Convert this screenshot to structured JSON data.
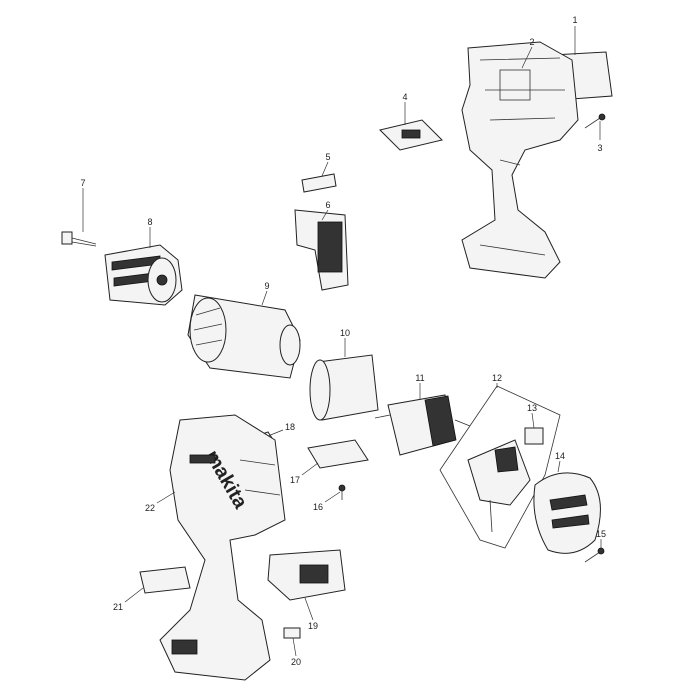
{
  "diagram": {
    "title_logo": "makita",
    "parts": [
      {
        "number": "1"
      },
      {
        "number": "2"
      },
      {
        "number": "3"
      },
      {
        "number": "4"
      },
      {
        "number": "5"
      },
      {
        "number": "6"
      },
      {
        "number": "7"
      },
      {
        "number": "8"
      },
      {
        "number": "9"
      },
      {
        "number": "10"
      },
      {
        "number": "11"
      },
      {
        "number": "12"
      },
      {
        "number": "13"
      },
      {
        "number": "14"
      },
      {
        "number": "15"
      },
      {
        "number": "16"
      },
      {
        "number": "17"
      },
      {
        "number": "18"
      },
      {
        "number": "19"
      },
      {
        "number": "20"
      },
      {
        "number": "21"
      },
      {
        "number": "22"
      }
    ]
  }
}
